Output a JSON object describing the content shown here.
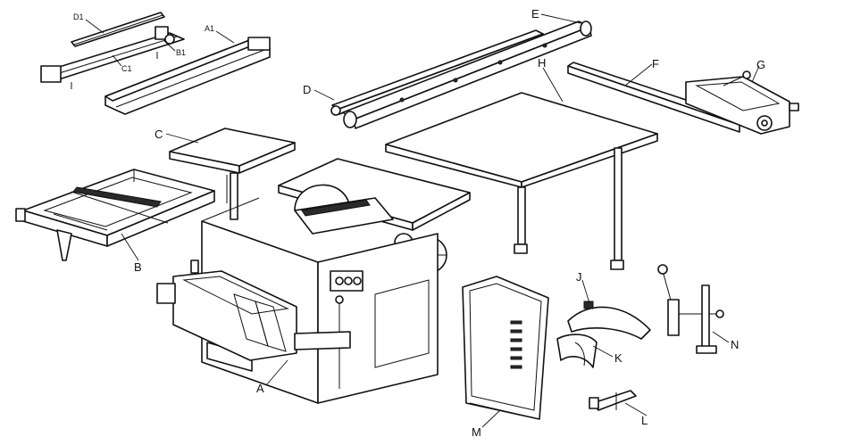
{
  "labels": {
    "A": "A",
    "A1": "A1",
    "B": "B",
    "B1": "B1",
    "C": "C",
    "C1": "C1",
    "D": "D",
    "D1": "D1",
    "E": "E",
    "F": "F",
    "G": "G",
    "H": "H",
    "J": "J",
    "K": "K",
    "L": "L",
    "M": "M",
    "N": "N"
  },
  "colors": {
    "line": "#111111",
    "background": "#ffffff",
    "shade": "#2a2a2a"
  }
}
